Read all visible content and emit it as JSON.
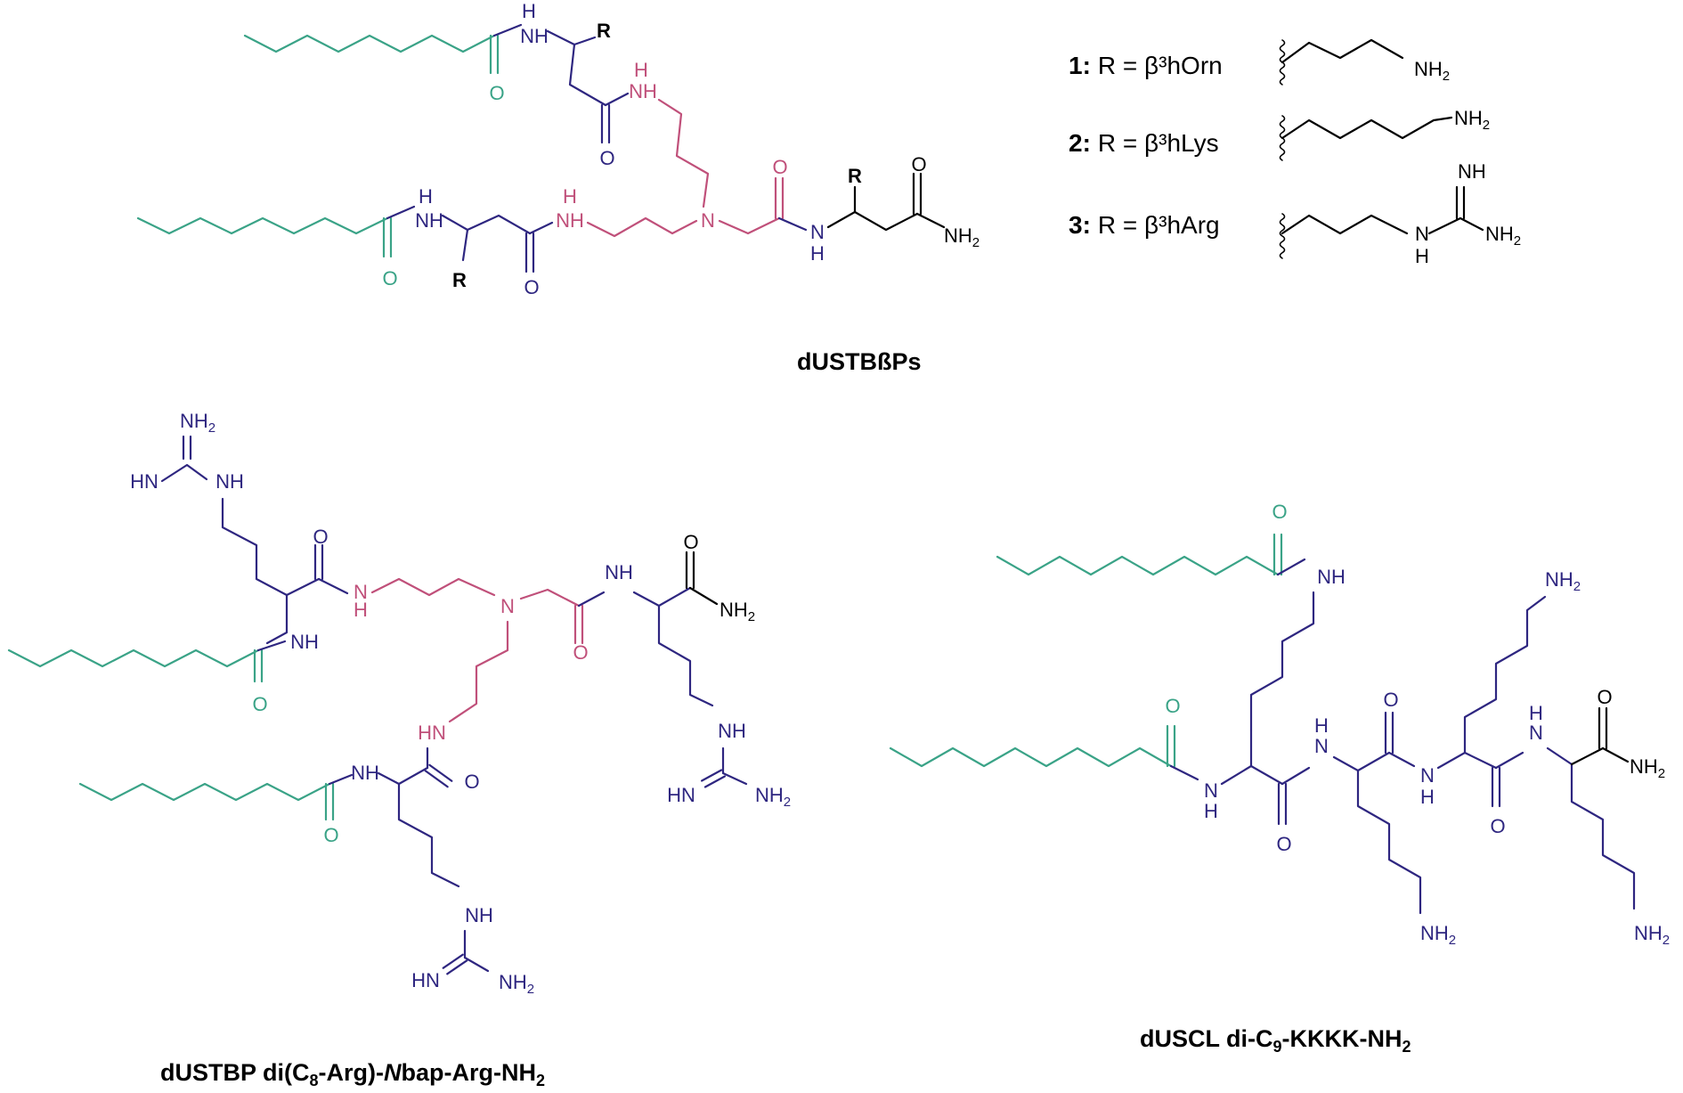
{
  "colors": {
    "lipid": "#3aa387",
    "peptide": "#2e2680",
    "linker": "#c0507a",
    "black": "#000000"
  },
  "captions": {
    "top": "dUSTBßPs",
    "left": "dUSTBP di(C",
    "left_sub": "8",
    "left_mid": "-Arg)-",
    "left_italic": "N",
    "left_end": "bap-Arg-NH",
    "left_end_sub": "2",
    "right": "dUSCL di-C",
    "right_sub": "9",
    "right_end": "-KKKK-NH",
    "right_end_sub": "2"
  },
  "legend": [
    {
      "num": "1:",
      "text": "R = β³hOrn",
      "end_label": "NH",
      "end_sub": "2"
    },
    {
      "num": "2:",
      "text": "R = β³hLys",
      "end_label": "NH",
      "end_sub": "2"
    },
    {
      "num": "3:",
      "text": "R = β³hArg",
      "top_label": "NH",
      "mid_label": "N",
      "mid_h": "H",
      "end_label": "NH",
      "end_sub": "2"
    }
  ],
  "atoms": {
    "O": "O",
    "N": "N",
    "H": "H",
    "NH": "NH",
    "HN": "HN",
    "NH2": "NH",
    "sub2": "2",
    "R": "R"
  }
}
